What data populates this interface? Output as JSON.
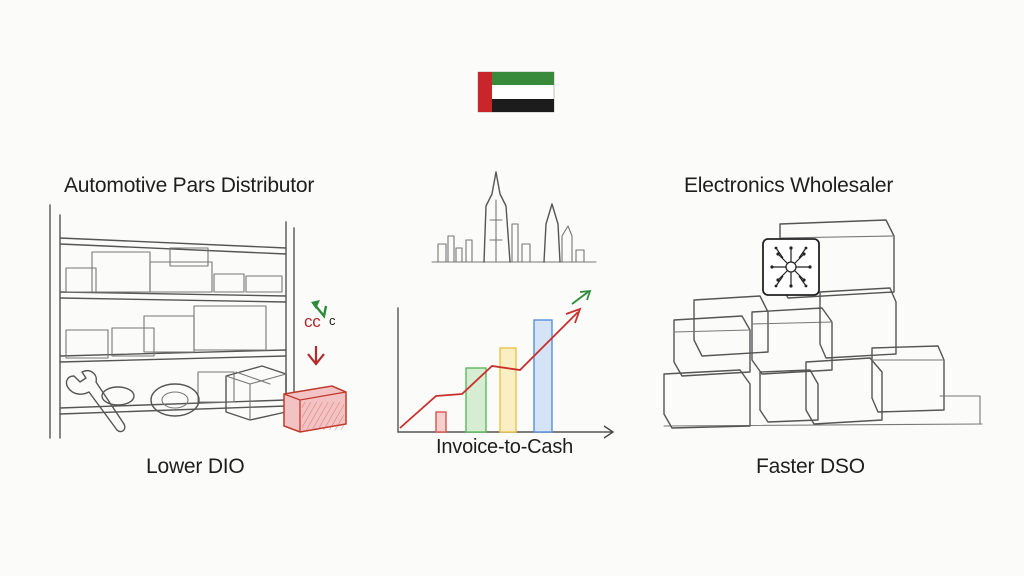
{
  "flag": {
    "icon": "uae-flag-icon",
    "colors": {
      "red": "#c8262b",
      "green": "#3a8a3c",
      "white": "#ffffff",
      "black": "#1c1c1c"
    }
  },
  "left": {
    "title": "Automotive Pars Distributor",
    "caption": "Lower DIO",
    "badge_text": "cc",
    "badge_sup": "c",
    "icons": [
      "warehouse-shelf-icon",
      "wrench-icon",
      "tire-icon",
      "red-box-icon",
      "green-arrow-icon",
      "red-down-arrow-icon"
    ]
  },
  "center": {
    "caption": "Invoice-to-Cash",
    "icons": [
      "city-skyline-icon",
      "bar-growth-chart-icon",
      "trend-arrow-icon"
    ],
    "bar_colors": [
      "#d9534f",
      "#5cb85c",
      "#e8c44a",
      "#5b8fd6"
    ],
    "trend_color": "#c9302c"
  },
  "right": {
    "title": "Electronics Wholesaler",
    "caption": "Faster DSO",
    "icons": [
      "circuit-chip-icon",
      "box-stack-icon"
    ]
  }
}
